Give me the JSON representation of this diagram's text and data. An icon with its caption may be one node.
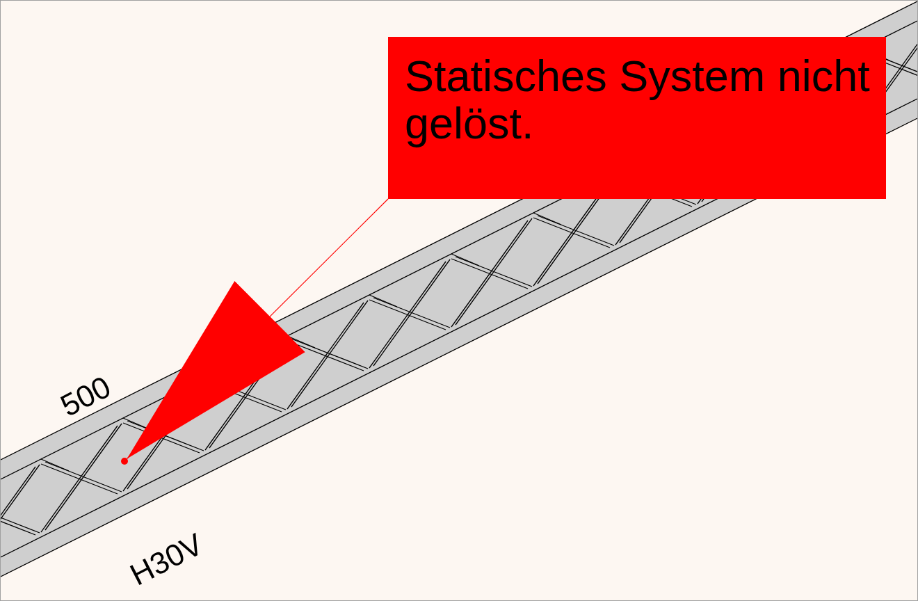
{
  "diagram": {
    "nodes": [
      {
        "text": [
          "Statisches System nicht gelöst."
        ]
      },
      {
        "text": [],
        "shape": "circle"
      }
    ],
    "edges": [
      {
        "from": 0,
        "to": 1,
        "arrow": "to",
        "color": "#ff0000"
      }
    ],
    "labels": [
      "500",
      "H30V"
    ]
  }
}
